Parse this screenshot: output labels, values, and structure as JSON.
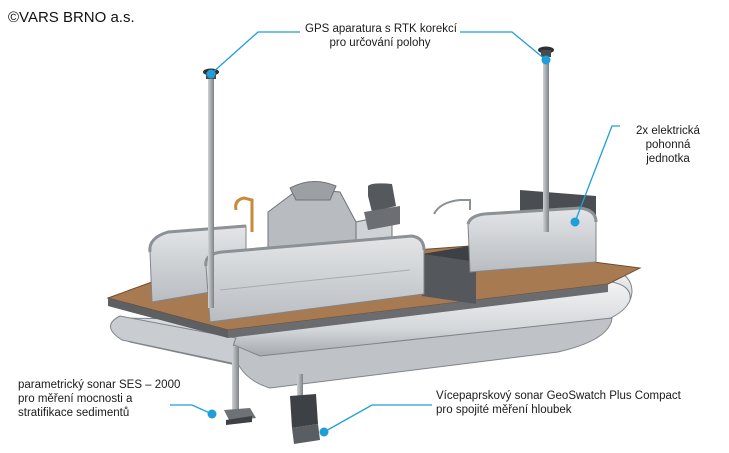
{
  "copyright": "©VARS BRNO a.s.",
  "labels": {
    "gps": [
      "GPS aparatura s RTK korekcí",
      "pro určování polohy"
    ],
    "motor": [
      "2x elektrická",
      "pohonná",
      "jednotka"
    ],
    "sonar_ses": [
      "parametrický sonar SES – 2000",
      "pro měření mocnosti a",
      "stratifikace sedimentů"
    ],
    "sonar_geoswath": [
      "Vícepaprskový sonar GeoSwatch Plus Compact",
      "pro spojité měření hloubek"
    ]
  },
  "colors": {
    "callout": "#1e9fd8",
    "deck": "#a77a52",
    "pontoon": "#d9dcdf",
    "pontoon_shade": "#9fa4a8",
    "rail": "#8c9196",
    "dark": "#3d4044"
  }
}
